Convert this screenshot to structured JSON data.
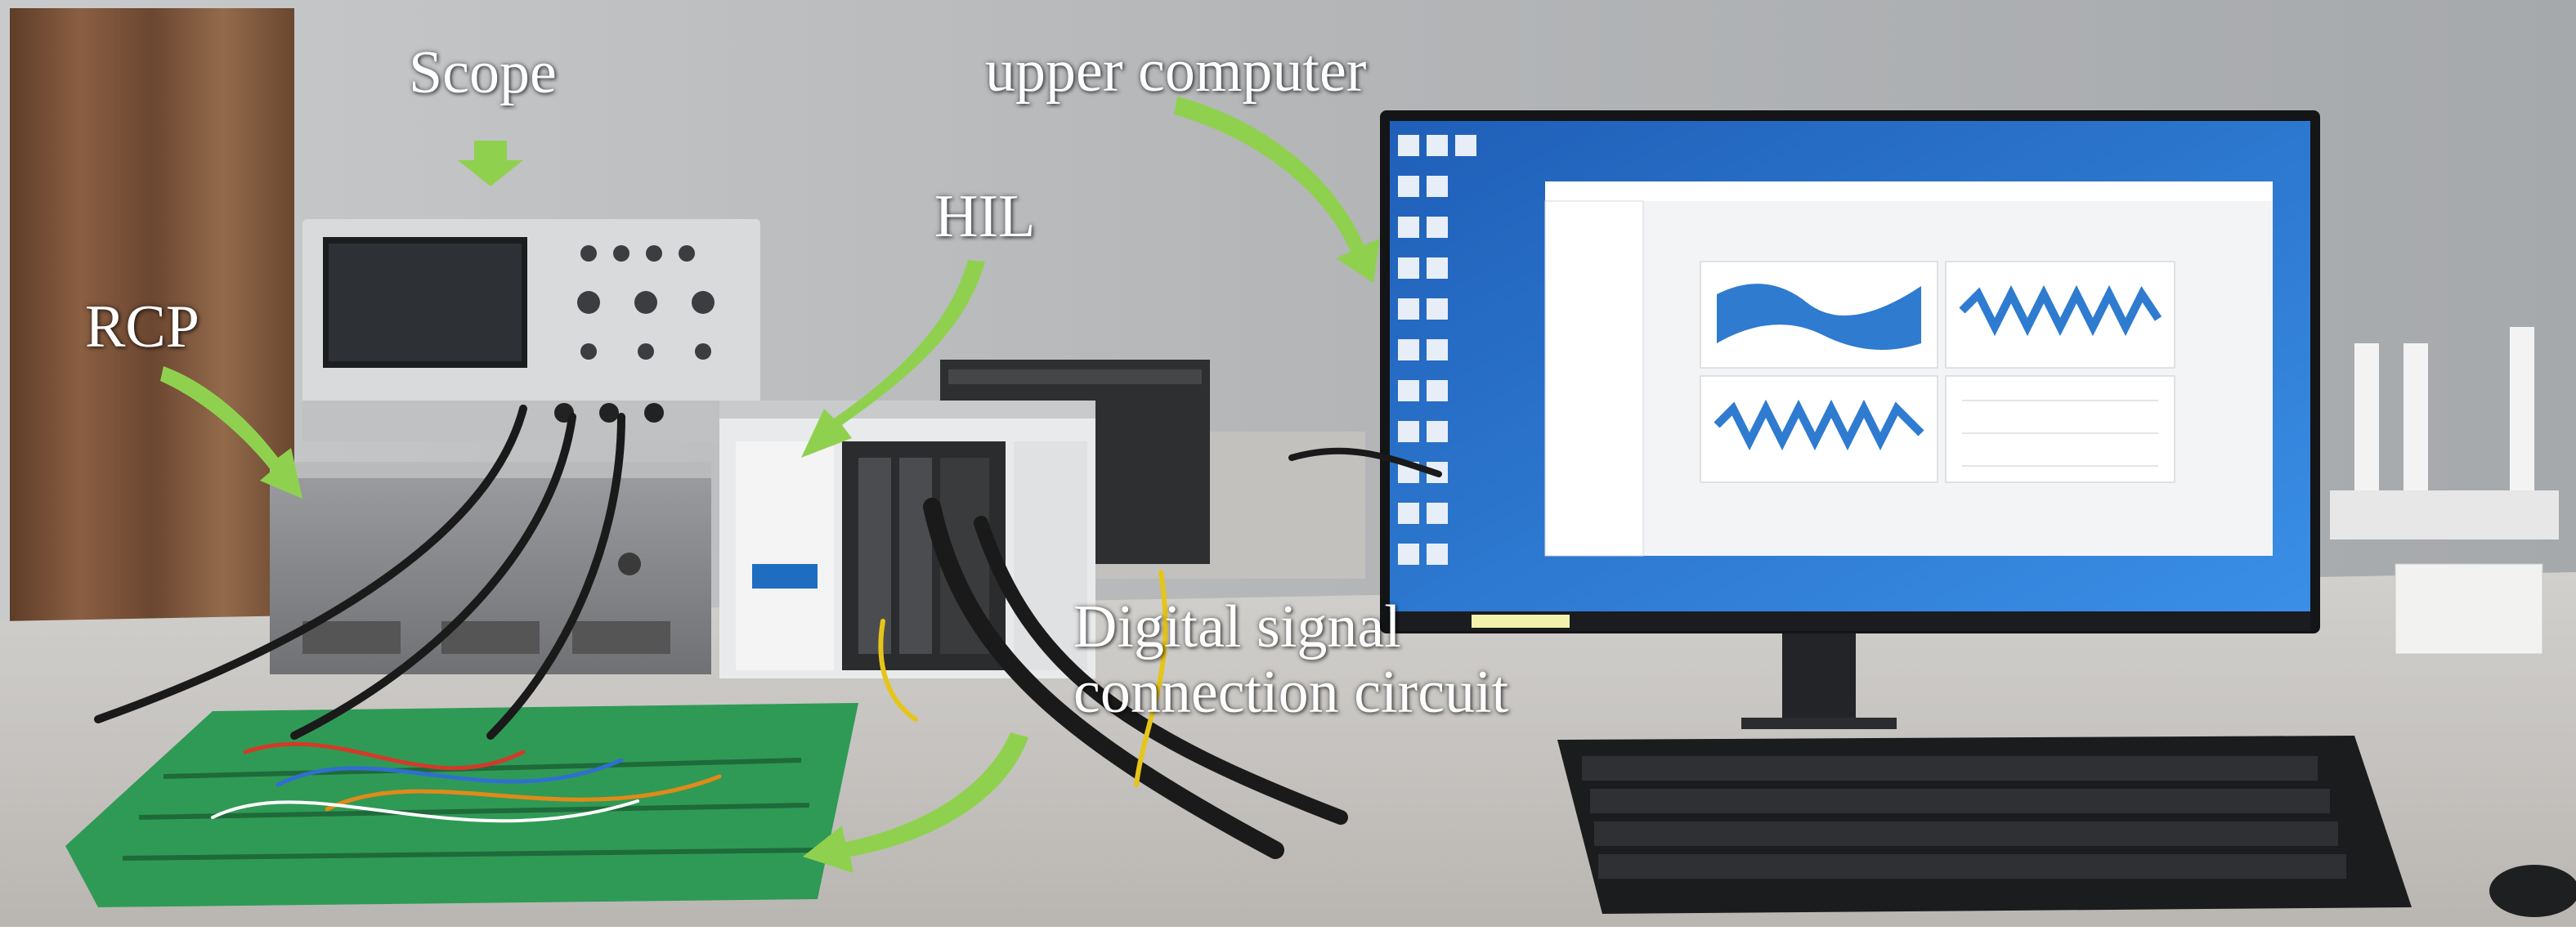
{
  "labels": {
    "scope": "Scope",
    "upper_computer": "upper computer",
    "hil": "HIL",
    "rcp": "RCP",
    "digital_line1": "Digital signal",
    "digital_line2": "connection circuit"
  },
  "colors": {
    "arrow": "#8fd14f",
    "label_text": "#ffffff",
    "wall": "#b5b7b9",
    "curtain": "#7a5238",
    "desk": "#c9c6c2",
    "screen_blue": "#2a7bd6",
    "pcb_green": "#2f9a55"
  }
}
